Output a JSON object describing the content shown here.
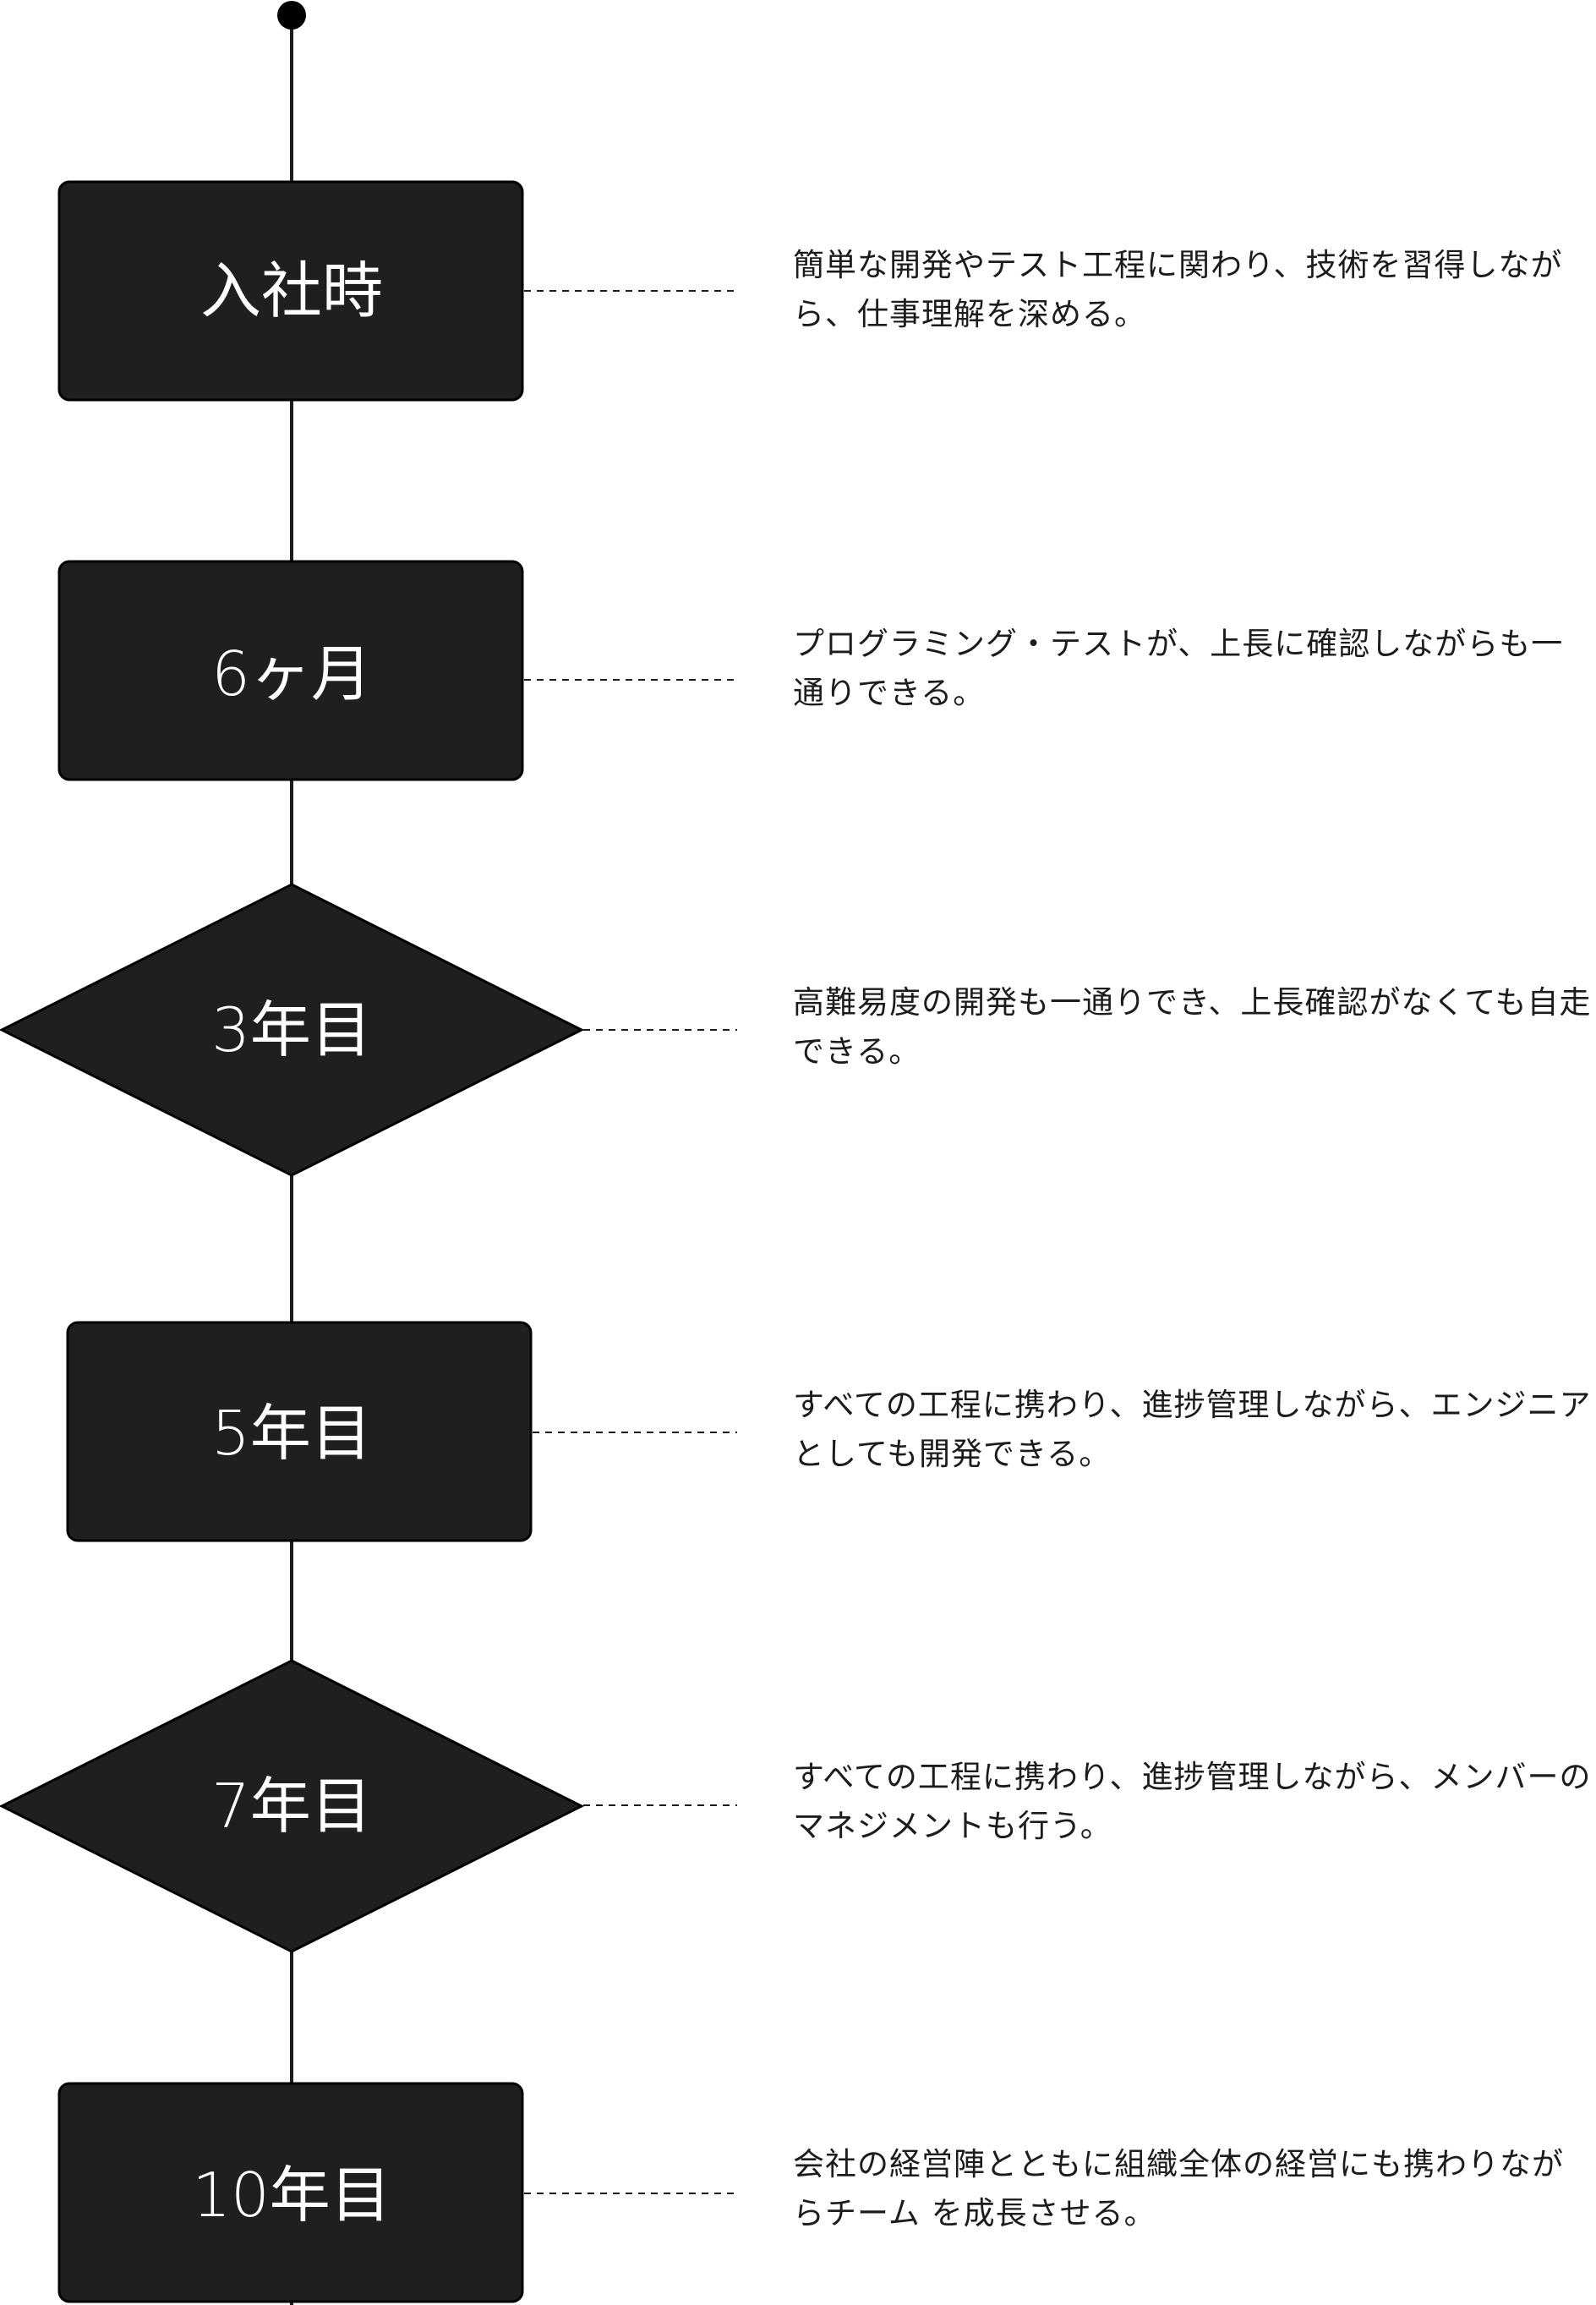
{
  "colors": {
    "shape_fill": "#1f1f1f",
    "shape_text": "#ffffff",
    "line": "#1c1c1c",
    "description_text": "#1c1c1c",
    "background": "#ffffff"
  },
  "stages": [
    {
      "label": "入社時",
      "shape": "rectangle",
      "description": [
        "簡単な開発やテスト工程に関わり、技術を習得しなが",
        "ら、仕事理解を深める。"
      ]
    },
    {
      "label": "6ヶ月",
      "shape": "rectangle",
      "description": [
        "プログラミング・テストが、上長に確認しながらも一",
        "通りできる。"
      ]
    },
    {
      "label": "3年目",
      "shape": "diamond",
      "description": [
        "高難易度の開発も一通りでき、上長確認がなくても自走",
        "できる。"
      ]
    },
    {
      "label": "5年目",
      "shape": "rectangle",
      "description": [
        "すべての工程に携わり、進捗管理しながら、エンジニア",
        "としても開発できる。"
      ]
    },
    {
      "label": "7年目",
      "shape": "diamond",
      "description": [
        "すべての工程に携わり、進捗管理しながら、メンバーの",
        "マネジメントも行う。"
      ]
    },
    {
      "label": "10年目",
      "shape": "rectangle",
      "description": [
        "会社の経営陣とともに組織全体の経営にも携わりなが",
        "らチーム を成長させる。"
      ]
    }
  ]
}
